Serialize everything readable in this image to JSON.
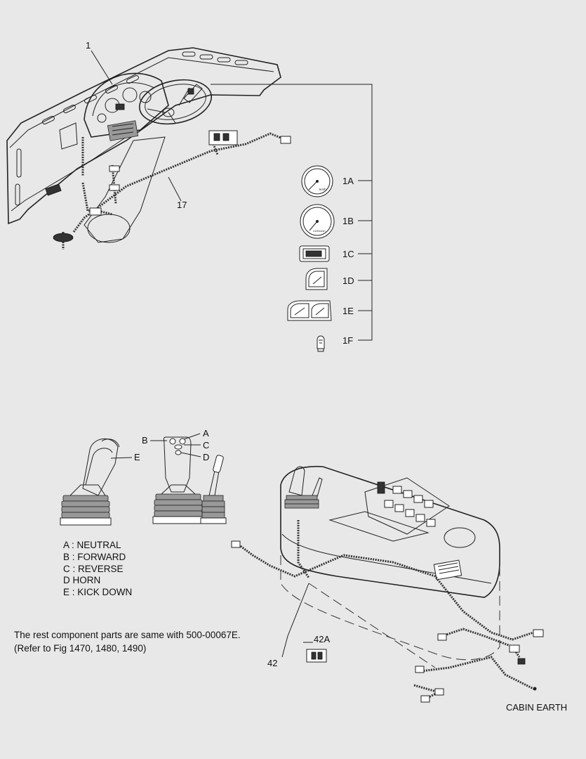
{
  "callouts": {
    "c1": "1",
    "c17": "17",
    "c1A": "1A",
    "c1B": "1B",
    "c1C": "1C",
    "c1D": "1D",
    "c1E": "1E",
    "c1F": "1F",
    "cA": "A",
    "cB": "B",
    "cC": "C",
    "cD": "D",
    "cE": "E",
    "c42": "42",
    "c42A": "42A"
  },
  "gauge_text": {
    "g1a_unit": "km/h",
    "g1b_unit": "x100r/min"
  },
  "legend": [
    "A : NEUTRAL",
    "B : FORWARD",
    "C : REVERSE",
    "D  HORN",
    "E : KICK DOWN"
  ],
  "note": {
    "line1": "The rest component parts are same with 500-00067E.",
    "line2": "(Refer to Fig 1470, 1480, 1490)"
  },
  "cabin_earth": "CABIN EARTH"
}
